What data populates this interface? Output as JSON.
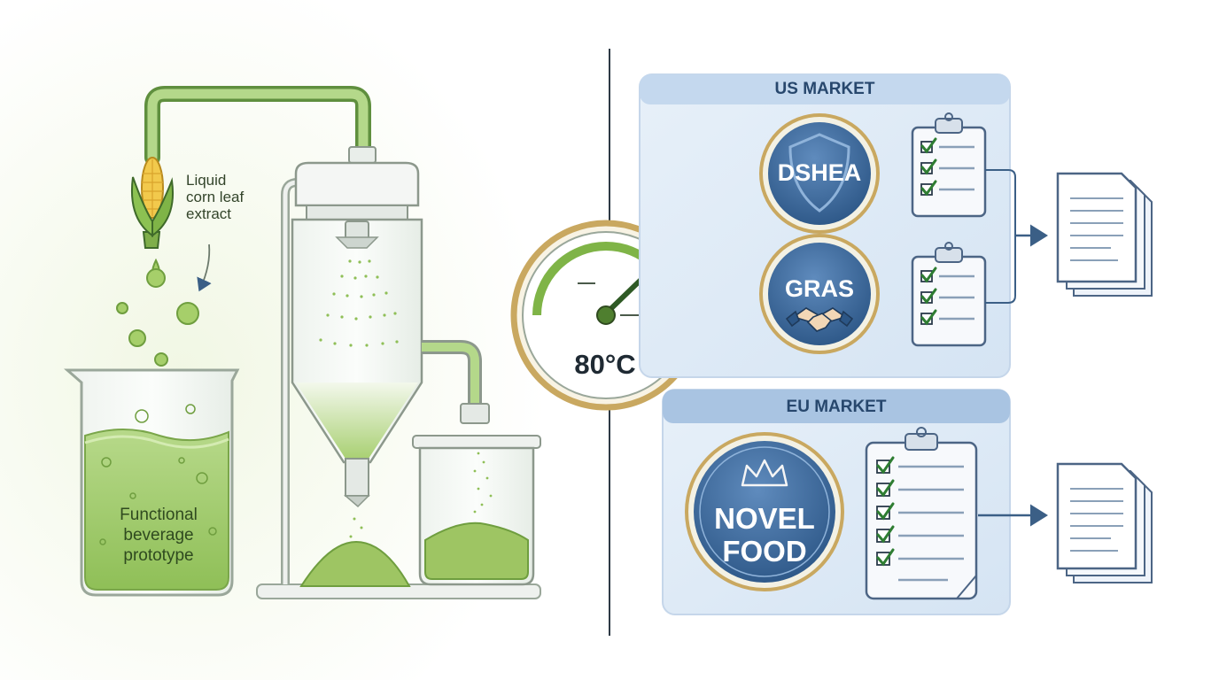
{
  "process": {
    "source_label": "Liquid\ncorn leaf\nextract",
    "beverage_label": "Functional\nbeverage\nprototype"
  },
  "gauge": {
    "temperature": "80°C"
  },
  "us_market": {
    "title": "US MARKET",
    "pathways": [
      "DSHEA",
      "GRAS"
    ]
  },
  "eu_market": {
    "title": "EU MARKET",
    "pathway_line1": "NOVEL",
    "pathway_line2": "FOOD"
  },
  "colors": {
    "green": "#8bc34a",
    "liquid_green": "#a6cf6a",
    "navy": "#2e5a87",
    "panel_blue": "#dde9f6",
    "header_blue": "#a9c4e2",
    "gold": "#c9a860"
  }
}
